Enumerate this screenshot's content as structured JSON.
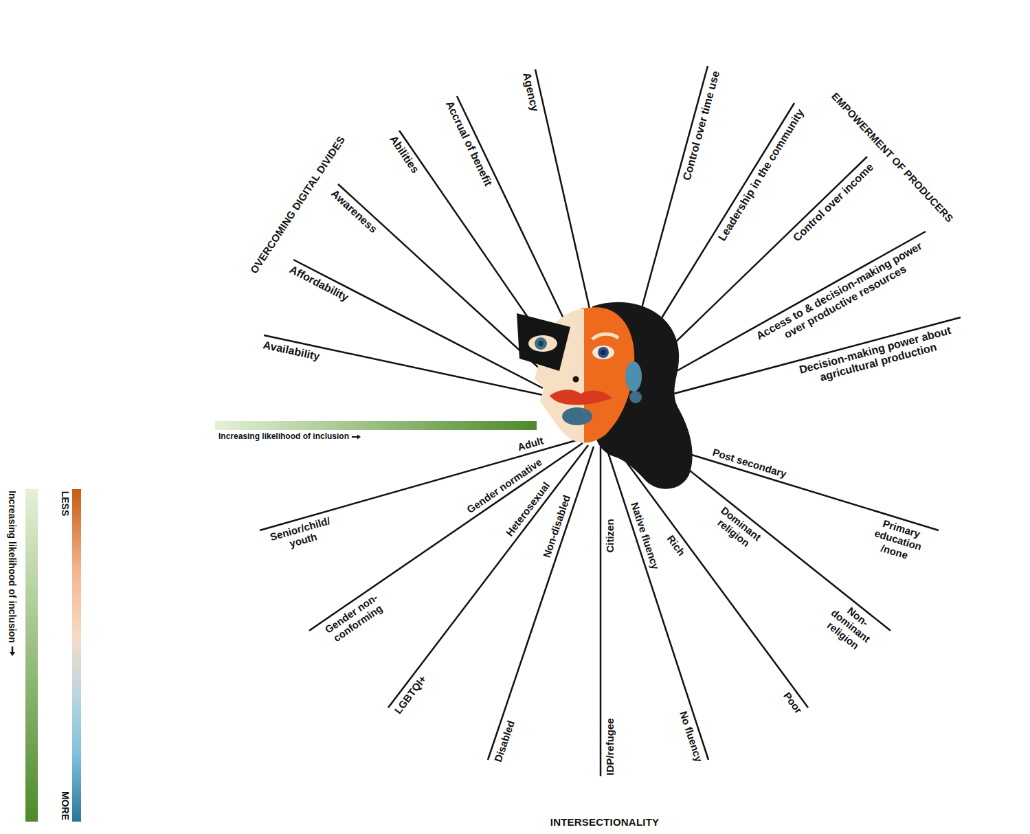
{
  "diagram": {
    "nodes": [
      {
        "text": [
          "OVERCOMING DIGITAL DIVIDES"
        ]
      },
      {
        "text": [
          "EMPOWERMENT OF PRODUCERS"
        ]
      },
      {
        "text": [
          "INTERSECTIONALITY"
        ]
      }
    ],
    "labels": [
      "Availability",
      "Affordability",
      "Awareness",
      "Abilities",
      "Accrual of benefit",
      "Agency",
      "Control over time use",
      "Leadership in the community",
      "Control over income",
      "Access to & decision-making power over productive resources",
      "Decision-making power about agricultural production",
      "Increasing likelihood of inclusion",
      "Adult",
      "Senior/child/ youth",
      "Gender normative",
      "Gender non-conforming",
      "Heterosexual",
      "LGBTQI+",
      "Non-disabled",
      "Disabled",
      "Citizen",
      "IDP/refugee",
      "Native fluency",
      "No fluency",
      "Rich",
      "Poor",
      "Dominant religion",
      "Non- dominant religion",
      "Post secondary",
      "Primary education /none"
    ],
    "legend": [
      {
        "text": "LESS"
      },
      {
        "text": "MORE"
      },
      {
        "text": "Increasing likelihood of inclusion"
      }
    ]
  }
}
